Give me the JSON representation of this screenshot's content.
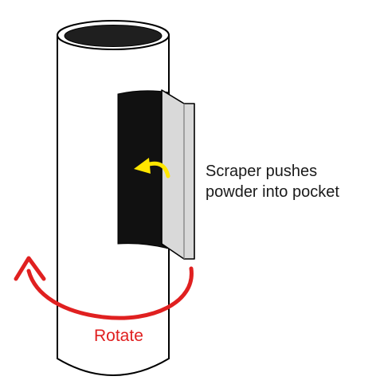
{
  "labels": {
    "scraper_line_1": "Scraper pushes",
    "scraper_line_2": "powder into pocket",
    "rotate": "Rotate"
  },
  "colors": {
    "cylinder_fill": "#ffffff",
    "cylinder_stroke": "#000000",
    "cylinder_interior": "#1f1f1f",
    "pocket": "#111111",
    "scraper_face": "#d9d9d9",
    "scraper_edge": "#7a7a7a",
    "scraper_arrow": "#ffe600",
    "rotation_arrow": "#e02020",
    "rotate_text": "#e02020",
    "caption_text": "#1a1a1a"
  },
  "icons": {
    "pocket_arrow": "curved-arrow-left-icon",
    "rotation_arrow": "curved-arrow-rotate-icon"
  }
}
